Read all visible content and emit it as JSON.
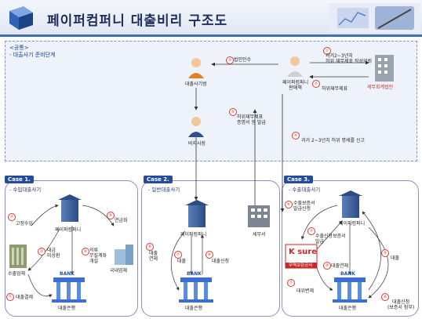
{
  "title": "페이퍼컴퍼니 대출비리 구조도",
  "prep": {
    "title_line1": "<공통>",
    "title_line2": "- 대출사기 준비단계",
    "nodes": {
      "loan_company": "대출사기범",
      "paper_seller": "페이퍼컴퍼니",
      "paper_seller2": "판매책",
      "tax_firm": "세무회계법인",
      "puppet": "바지사장"
    },
    "steps": [
      {
        "num": "1",
        "text": "과거2~3년치"
      },
      {
        "num": "1b",
        "text": "허위 재무제표 작성의뢰"
      },
      {
        "num": "2",
        "text": "허위재무제표"
      },
      {
        "num": "3",
        "text": "법인인수"
      },
      {
        "num": "5",
        "text": "허위재무제표"
      },
      {
        "num": "5b",
        "text": "증명서 등 발급"
      },
      {
        "num": "4",
        "text": "과거 2~3년치 허위 명세를 신고"
      }
    ],
    "markers": [
      "①",
      "②",
      "③",
      "⑤",
      "④"
    ]
  },
  "case1": {
    "tag": "Case 1.",
    "sub": "- 수입대출사기",
    "paper": "페이퍼컴퍼니",
    "importer": "수출업체",
    "domestic": "국내업체",
    "bank": "대출은행",
    "bank_sign": "BANK",
    "labels": {
      "l7": "고정수입",
      "l6": "연금화",
      "l2": "대금",
      "l2b": "미상환",
      "l8": "의류",
      "l8b": "무질계좌",
      "l8c": "개설",
      "l11": "대출결제"
    },
    "markers": [
      "⑦",
      "⑥",
      "②",
      "⑧",
      "⑪"
    ]
  },
  "case2": {
    "tag": "Case 2.",
    "sub": "- 일반대출사기",
    "paper": "페이퍼컴퍼니",
    "bank": "대출은행",
    "bank_sign": "BANK",
    "tax_office": "세무서",
    "labels": {
      "l8": "대출",
      "l8b": "연체",
      "l7": "대출",
      "l6": "대출신청"
    },
    "markers": [
      "⑧",
      "⑦",
      "⑥"
    ]
  },
  "case3": {
    "tag": "Case 3.",
    "sub": "- 수출대출사기",
    "paper": "페이퍼컴퍼니",
    "ksure": "K sure",
    "ksure_sub": "무역보험공사",
    "bank": "대출은행",
    "bank_sign": "BANK",
    "labels": {
      "l6": "수출보증서",
      "l6b": "발급신청",
      "l7": "수출신용보증서",
      "l7b": "발급",
      "l10": "대출연체",
      "l11": "대위변제",
      "l9": "대출",
      "l8": "대출신청",
      "l8b": "(보증서 첨부)"
    },
    "markers": [
      "⑥",
      "⑦",
      "⑩",
      "⑪",
      "⑨",
      "⑧"
    ]
  }
}
